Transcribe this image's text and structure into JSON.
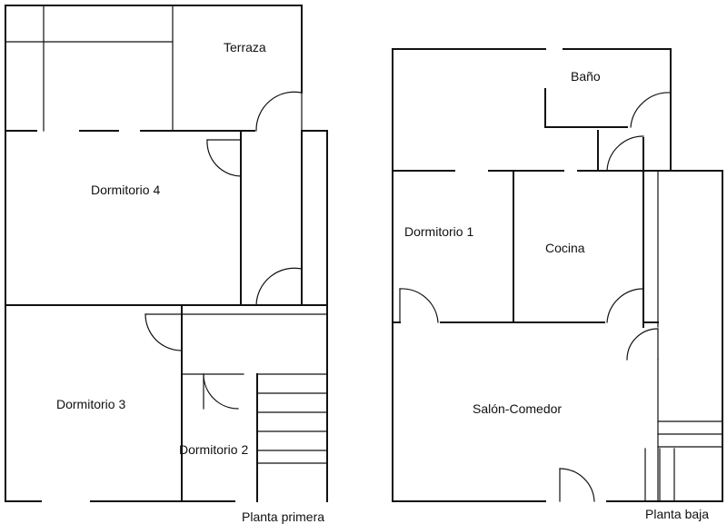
{
  "rooms": {
    "terraza": "Terraza",
    "dormitorio4": "Dormitorio 4",
    "dormitorio3": "Dormitorio 3",
    "dormitorio2": "Dormitorio 2",
    "bano": "Baño",
    "dormitorio1": "Dormitorio 1",
    "cocina": "Cocina",
    "salon": "Salón-Comedor"
  },
  "captions": {
    "upper": "Planta primera",
    "lower": "Planta baja"
  },
  "colors": {
    "lines": "#111111",
    "background": "#ffffff"
  }
}
